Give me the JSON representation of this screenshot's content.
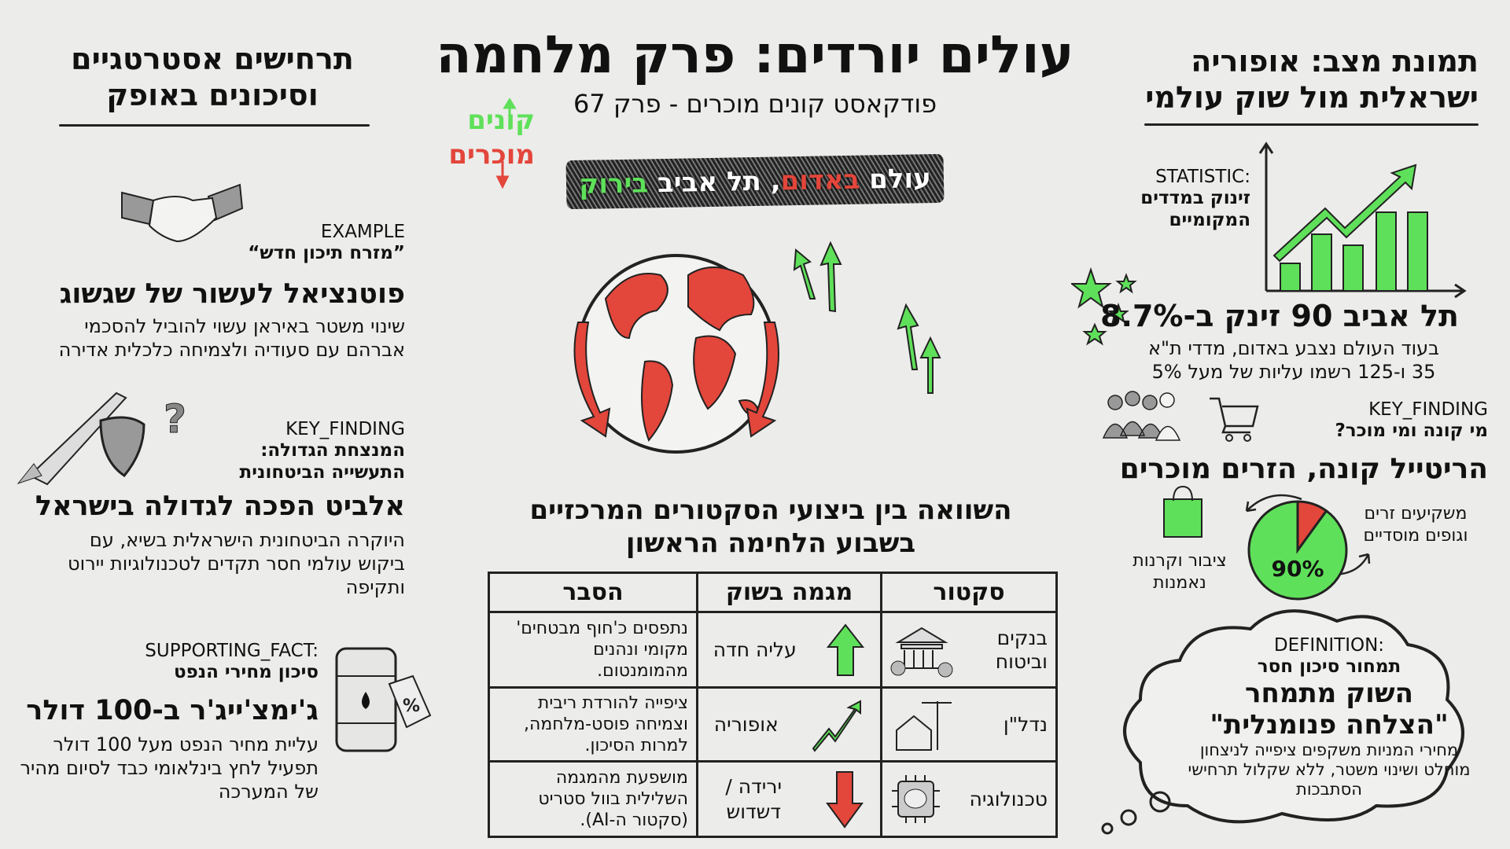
{
  "header": {
    "title": "עולים יורדים: פרק מלחמה",
    "subtitle": "פודקאסט קונים מוכרים - פרק 67",
    "logo_buy": "קונים",
    "logo_sell": "מוכרים",
    "banner": {
      "part1": "עולם ",
      "part2": "באדום",
      "part3": ", תל אביב ",
      "part4": "בירוק"
    }
  },
  "left": {
    "title_line1": "תרחישים אסטרטגיים",
    "title_line2": "וסיכונים באופק",
    "blocks": [
      {
        "label": "EXAMPLE",
        "subtitle": "”מזרח תיכון חדש“",
        "headline": "פוטנציאל לעשור של שגשוג",
        "body": "שינוי משטר באיראן עשוי להוביל להסכמי אברהם עם סעודיה ולצמיחה כלכלית אדירה",
        "icon": "handshake-icon"
      },
      {
        "label": "KEY_FINDING",
        "subtitle": "המנצחת הגדולה: התעשייה הביטחונית",
        "headline": "אלביט הפכה לגדולה בישראל",
        "body": "היוקרה הביטחונית הישראלית בשיא, עם ביקוש עולמי חסר תקדים לטכנולוגיות יירוט ותקיפה",
        "icon": "rocket-shield-icon"
      },
      {
        "label": "SUPPORTING_FACT:",
        "subtitle": "סיכון מחירי הנפט",
        "headline": "ג'ימצ'ייג'ר ב-100 דולר",
        "body": "עליית מחיר הנפט מעל 100 דולר תפעיל לחץ בינלאומי כבד לסיום מהיר של המערכה",
        "icon": "oil-barrel-icon"
      }
    ]
  },
  "table": {
    "title_line1": "השוואה בין ביצועי הסקטורים המרכזיים",
    "title_line2": "בשבוע הלחימה הראשון",
    "headers": [
      "סקטור",
      "מגמה בשוק",
      "הסבר"
    ],
    "rows": [
      {
        "sector": "בנקים וביטוח",
        "trend": "עליה חדה",
        "trend_dir": "up",
        "explanation": "נתפסים כ'חוף מבטחים' מקומי ונהנים מהמומנטום."
      },
      {
        "sector": "נדל\"ן",
        "trend": "אופוריה",
        "trend_dir": "euphoria",
        "explanation": "ציפייה להורדת ריבית וצמיחה פוסט-מלחמה, למרות הסיכון."
      },
      {
        "sector": "טכנולוגיה",
        "trend": "ירידה / דשדוש",
        "trend_dir": "down",
        "explanation": "מושפעת מהמגמה השלילית בוול סטריט (סקטור ה-AI)."
      }
    ]
  },
  "right": {
    "title_line1": "תמונת מצב: אופוריה",
    "title_line2": "ישראלית מול שוק עולמי",
    "stat": {
      "label": "STATISTIC:",
      "subtitle": "זינוק במדדים המקומיים",
      "headline": "תל אביב 90 זינק ב-8.7%",
      "body": "בעוד העולם נצבע באדום, מדדי ת\"א 35 ו-125 רשמו עליות של מעל 5%"
    },
    "finding": {
      "label": "KEY_FINDING",
      "subtitle": "מי קונה ומי מוכר?",
      "headline": "הריטייל קונה, הזרים מוכרים",
      "pie_label": "90%",
      "foreign_label": "משקיעים זרים וגופים מוסדיים",
      "public_label": "ציבור וקרנות נאמנות"
    },
    "definition": {
      "label": "DEFINITION:",
      "subtitle": "תמחור סיכון חסר",
      "headline_line1": "השוק מתמחר",
      "headline_line2": "\"הצלחה פנומנלית\"",
      "body": "מחירי המניות משקפים ציפייה לניצחון מוחלט ושינוי משטר, ללא שקלול תרחישי הסתבכות"
    }
  },
  "chart_data": {
    "type": "pie",
    "values": [
      90,
      10
    ],
    "categories": [
      "ציבור וקרנות נאמנות",
      "משקיעים זרים וגופים מוסדיים"
    ],
    "title": "הריטייל קונה, הזרים מוכרים"
  },
  "colors": {
    "green": "#5fe05a",
    "red": "#e3463b",
    "ink": "#111111",
    "bg": "#ececea"
  }
}
